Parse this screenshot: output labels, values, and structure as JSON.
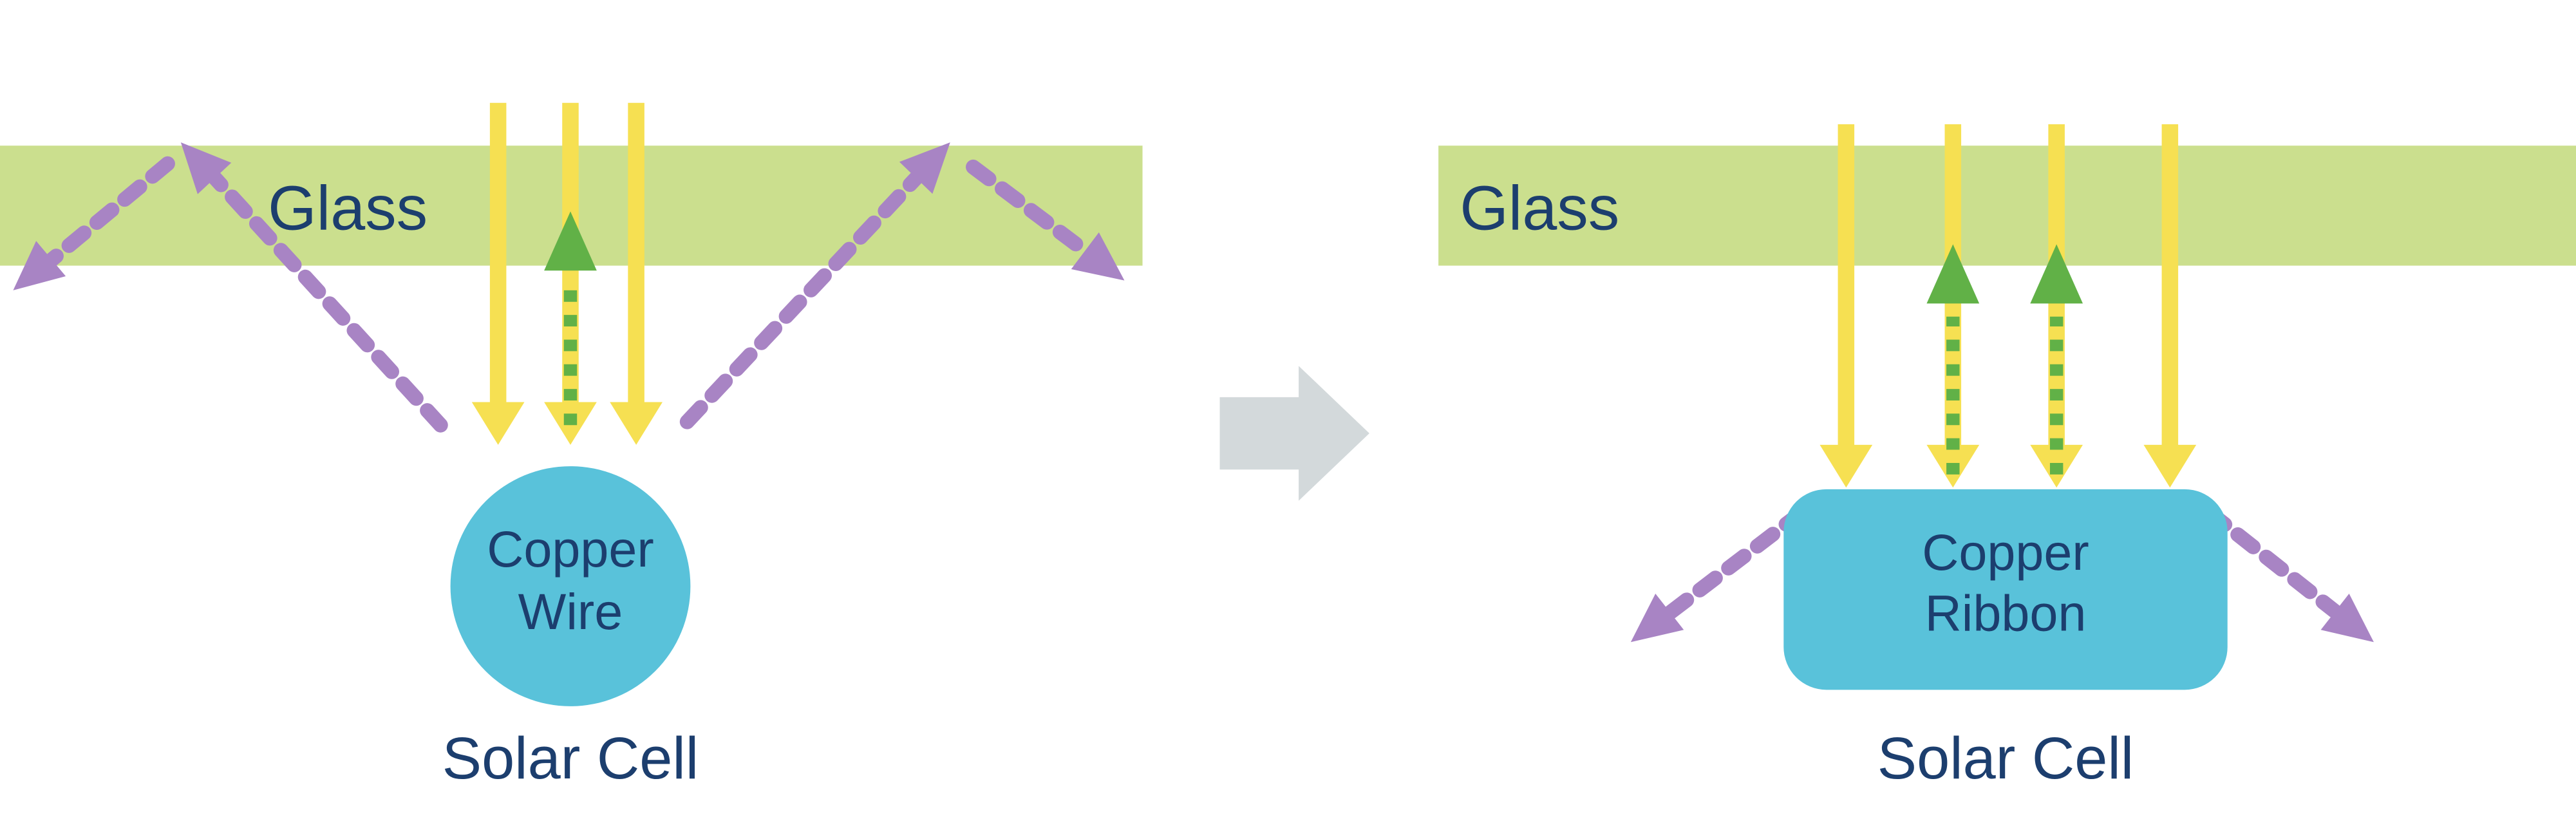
{
  "figure": {
    "left": {
      "glass_label": "Glass",
      "component_label": {
        "line1": "Copper",
        "line2": "Wire"
      },
      "cell_label": "Solar Cell"
    },
    "right": {
      "glass_label": "Glass",
      "component_label": {
        "line1": "Copper",
        "line2": "Ribbon"
      },
      "cell_label": "Solar Cell"
    }
  },
  "colors": {
    "glass_green": "#cbdf8e",
    "copper_blue": "#59c2da",
    "sunlight_yellow": "#f6e052",
    "absorbed_green": "#61b147",
    "scattered_purple": "#a884c4",
    "label_navy": "#1c3e6e",
    "transition_gray": "#d3d9db"
  }
}
